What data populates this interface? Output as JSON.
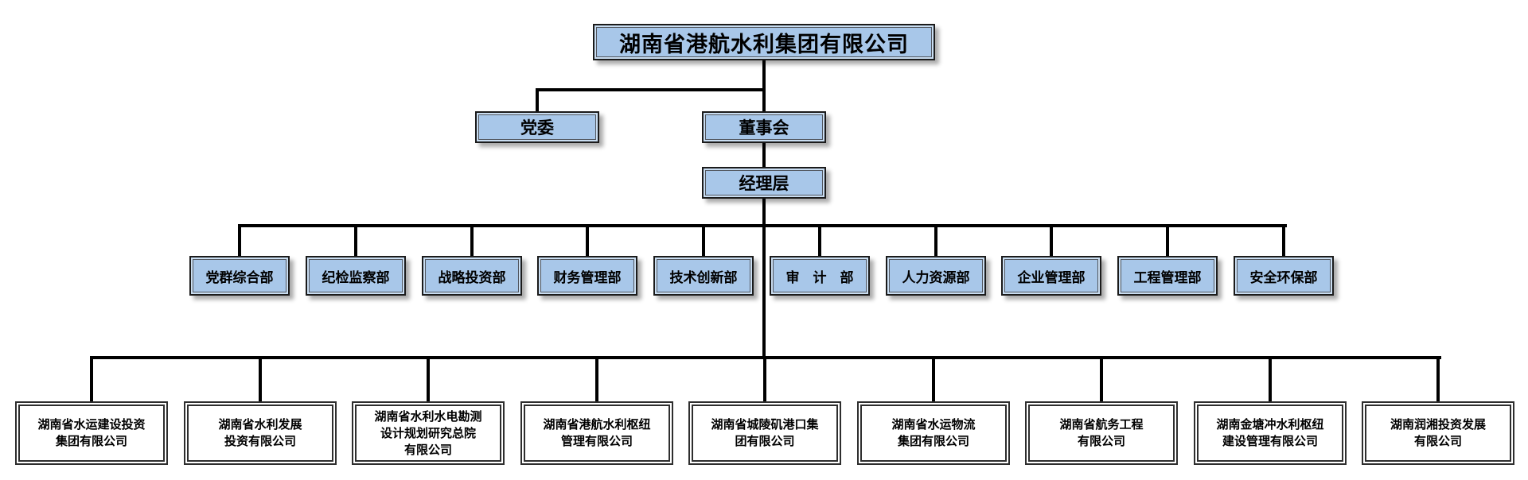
{
  "org": {
    "root": {
      "name": "湖南省港航水利集团有限公司"
    },
    "governance": [
      {
        "name": "党委"
      },
      {
        "name": "董事会"
      }
    ],
    "management": {
      "name": "经理层"
    },
    "departments": [
      {
        "name": "党群综合部"
      },
      {
        "name": "纪检监察部"
      },
      {
        "name": "战略投资部"
      },
      {
        "name": "财务管理部"
      },
      {
        "name": "技术创新部"
      },
      {
        "name": "审　计　部"
      },
      {
        "name": "人力资源部"
      },
      {
        "name": "企业管理部"
      },
      {
        "name": "工程管理部"
      },
      {
        "name": "安全环保部"
      }
    ],
    "subsidiaries": [
      {
        "name": "湖南省水运建设投资\n集团有限公司"
      },
      {
        "name": "湖南省水利发展\n投资有限公司"
      },
      {
        "name": "湖南省水利水电勘测\n设计规划研究总院\n有限公司"
      },
      {
        "name": "湖南省港航水利枢纽\n管理有限公司"
      },
      {
        "name": "湖南省城陵矶港口集\n团有限公司"
      },
      {
        "name": "湖南省水运物流\n集团有限公司"
      },
      {
        "name": "湖南省航务工程\n有限公司"
      },
      {
        "name": "湖南金塘冲水利枢纽\n建设管理有限公司"
      },
      {
        "name": "湖南润湘投资发展\n有限公司"
      }
    ],
    "colors": {
      "node_fill": "#A8C7E9",
      "node_border": "#1B1B1B",
      "subsidiary_fill": "#FFFFFF",
      "connector": "#000000"
    }
  }
}
